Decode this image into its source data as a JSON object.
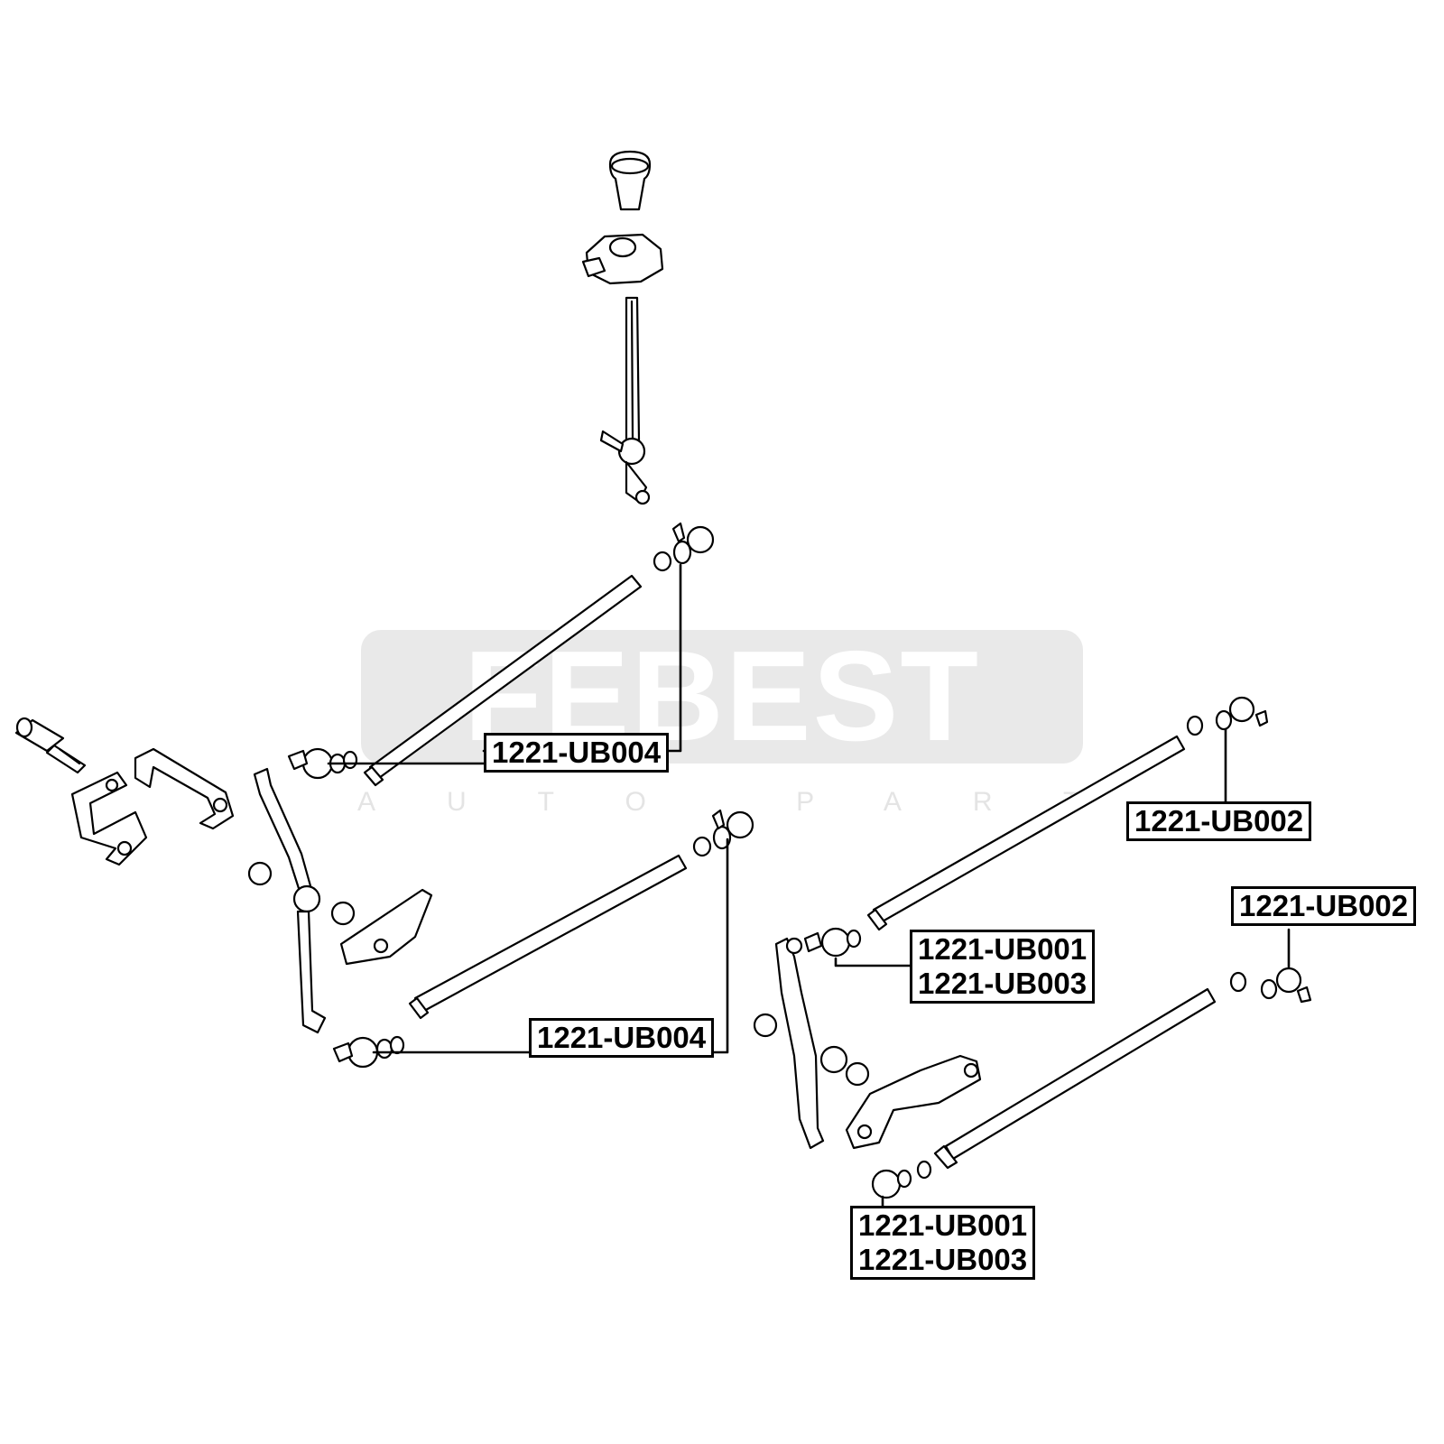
{
  "watermark": {
    "brand": "FEBEST",
    "tagline": "AUTO PARTS",
    "color": "#e9e9e9"
  },
  "labels": {
    "upper_ub004": [
      "1221-UB004"
    ],
    "lower_ub004": [
      "1221-UB004"
    ],
    "right_ub002_top": [
      "1221-UB002"
    ],
    "right_ub002_mid": [
      "1221-UB002"
    ],
    "mid_ub001_ub003": [
      "1221-UB001",
      "1221-UB003"
    ],
    "bottom_ub001_ub003": [
      "1221-UB001",
      "1221-UB003"
    ]
  },
  "colors": {
    "line": "#000000",
    "paper": "#ffffff"
  }
}
